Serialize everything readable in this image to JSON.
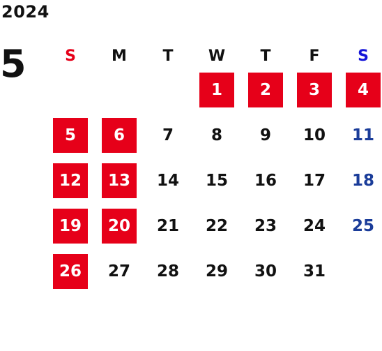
{
  "year": "2024",
  "month": "5",
  "weekdays": [
    "S",
    "M",
    "T",
    "W",
    "T",
    "F",
    "S"
  ],
  "weeks": [
    [
      {
        "text": "",
        "type": "empty"
      },
      {
        "text": "",
        "type": "empty"
      },
      {
        "text": "",
        "type": "empty"
      },
      {
        "text": "1",
        "type": "holiday"
      },
      {
        "text": "2",
        "type": "holiday"
      },
      {
        "text": "3",
        "type": "holiday"
      },
      {
        "text": "4",
        "type": "holiday"
      }
    ],
    [
      {
        "text": "5",
        "type": "holiday"
      },
      {
        "text": "6",
        "type": "holiday"
      },
      {
        "text": "7",
        "type": "normal"
      },
      {
        "text": "8",
        "type": "normal"
      },
      {
        "text": "9",
        "type": "normal"
      },
      {
        "text": "10",
        "type": "normal"
      },
      {
        "text": "11",
        "type": "sat"
      }
    ],
    [
      {
        "text": "12",
        "type": "holiday"
      },
      {
        "text": "13",
        "type": "holiday"
      },
      {
        "text": "14",
        "type": "normal"
      },
      {
        "text": "15",
        "type": "normal"
      },
      {
        "text": "16",
        "type": "normal"
      },
      {
        "text": "17",
        "type": "normal"
      },
      {
        "text": "18",
        "type": "sat"
      }
    ],
    [
      {
        "text": "19",
        "type": "holiday"
      },
      {
        "text": "20",
        "type": "holiday"
      },
      {
        "text": "21",
        "type": "normal"
      },
      {
        "text": "22",
        "type": "normal"
      },
      {
        "text": "23",
        "type": "normal"
      },
      {
        "text": "24",
        "type": "normal"
      },
      {
        "text": "25",
        "type": "sat"
      }
    ],
    [
      {
        "text": "26",
        "type": "holiday"
      },
      {
        "text": "27",
        "type": "normal"
      },
      {
        "text": "28",
        "type": "normal"
      },
      {
        "text": "29",
        "type": "normal"
      },
      {
        "text": "30",
        "type": "normal"
      },
      {
        "text": "31",
        "type": "normal"
      },
      {
        "text": "",
        "type": "empty"
      }
    ]
  ],
  "colors": {
    "holiday_bg": "#e60019",
    "sunday_header": "#e60019",
    "saturday_header": "#1515d9",
    "saturday_date": "#1a3c99"
  }
}
